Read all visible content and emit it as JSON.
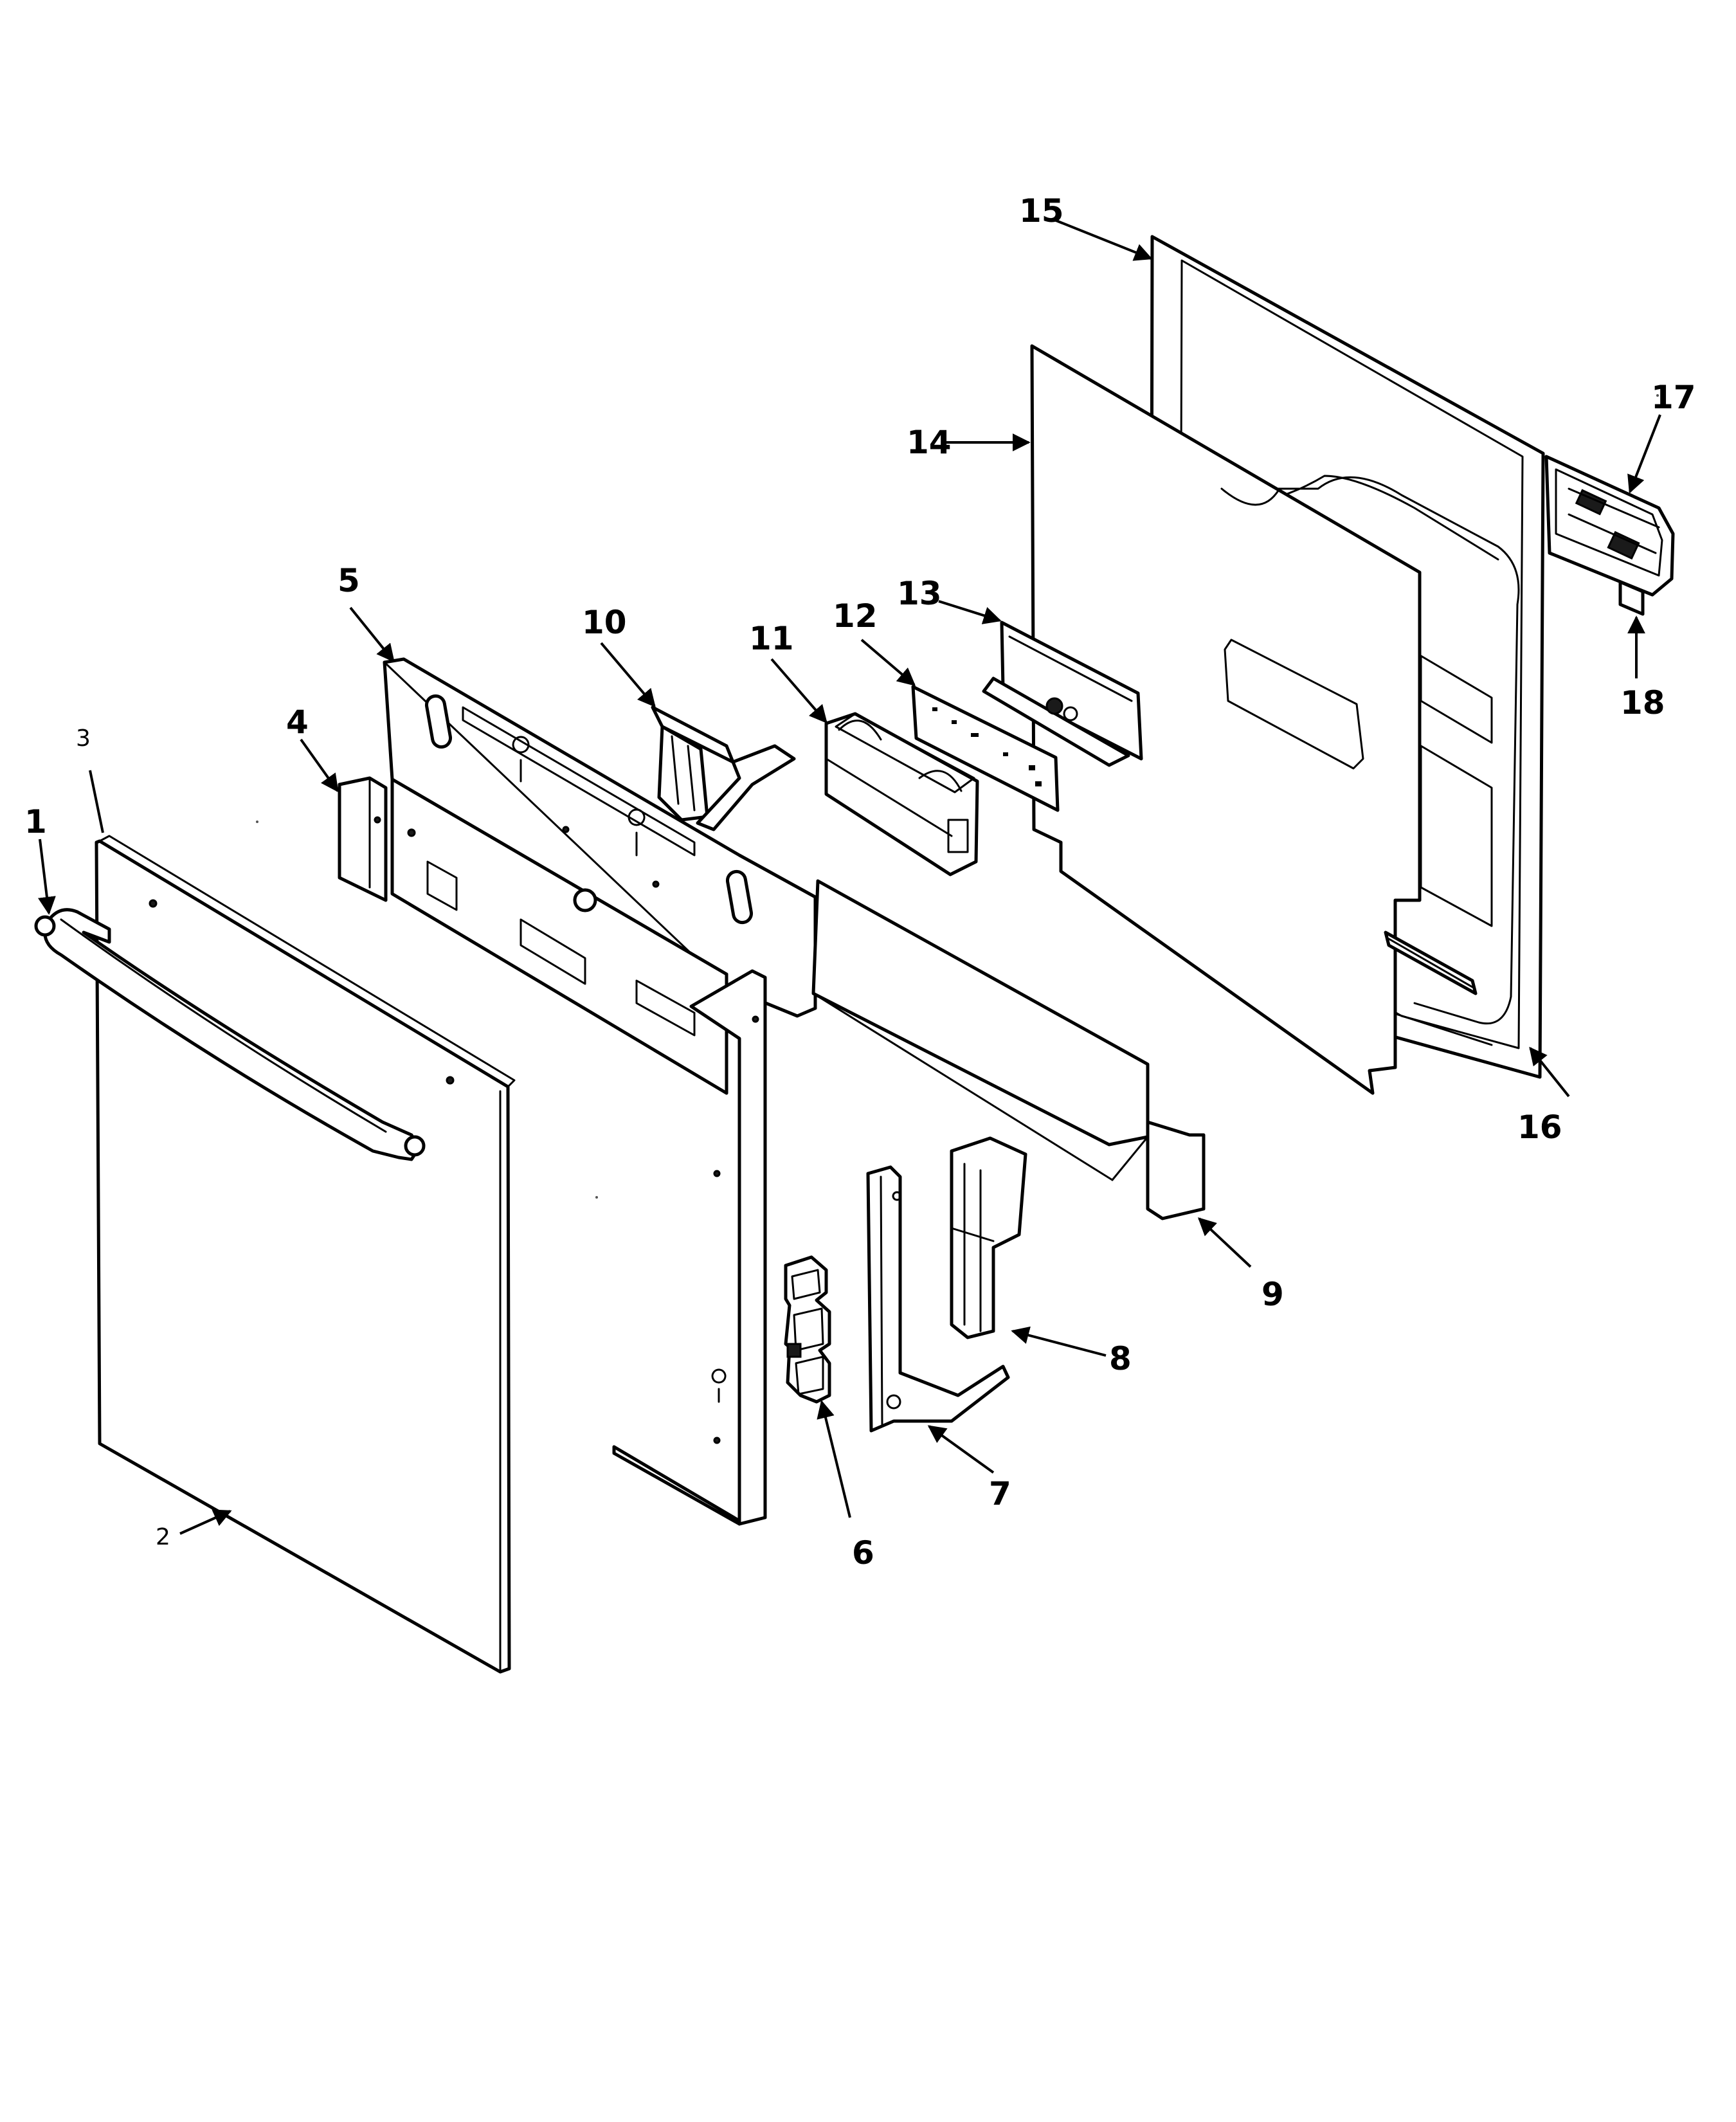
{
  "callouts": [
    {
      "id": "1",
      "text": "1"
    },
    {
      "id": "2",
      "text": "2"
    },
    {
      "id": "3",
      "text": "3"
    },
    {
      "id": "4",
      "text": "4"
    },
    {
      "id": "5",
      "text": "5"
    },
    {
      "id": "6",
      "text": "6"
    },
    {
      "id": "7",
      "text": "7"
    },
    {
      "id": "8",
      "text": "8"
    },
    {
      "id": "9",
      "text": "9"
    },
    {
      "id": "10",
      "text": "10"
    },
    {
      "id": "11",
      "text": "11"
    },
    {
      "id": "12",
      "text": "12"
    },
    {
      "id": "13",
      "text": "13"
    },
    {
      "id": "14",
      "text": "14"
    },
    {
      "id": "15",
      "text": "15"
    },
    {
      "id": "16",
      "text": "16"
    },
    {
      "id": "17",
      "text": "17"
    },
    {
      "id": "18",
      "text": "18"
    }
  ]
}
